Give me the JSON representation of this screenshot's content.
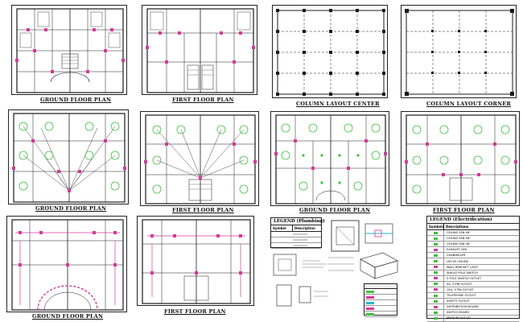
{
  "panels": [
    {
      "id": "p1",
      "title": "GROUND FLOOR PLAN",
      "kind": "floor"
    },
    {
      "id": "p2",
      "title": "FIRST FLOOR PLAN",
      "kind": "floor"
    },
    {
      "id": "p3",
      "title": "COLUMN LAYOUT CENTER",
      "kind": "column"
    },
    {
      "id": "p4",
      "title": "COLUMN LAYOUT CORNER",
      "kind": "column"
    },
    {
      "id": "p5",
      "title": "GROUND FLOOR PLAN",
      "kind": "electrical-fan"
    },
    {
      "id": "p6",
      "title": "FIRST FLOOR PLAN",
      "kind": "electrical-fan"
    },
    {
      "id": "p7",
      "title": "GROUND FLOOR PLAN",
      "kind": "electrical"
    },
    {
      "id": "p8",
      "title": "FIRST FLOOR PLAN",
      "kind": "electrical"
    },
    {
      "id": "p9",
      "title": "GROUND FLOOR PLAN",
      "kind": "plumbing"
    },
    {
      "id": "p10",
      "title": "FIRST FLOOR PLAN",
      "kind": "plumbing"
    }
  ],
  "legend_plumbing": {
    "title": "LEGEND (Plumbing)",
    "headers": [
      "Symbol",
      "Description"
    ],
    "rows": [
      "",
      "",
      "",
      ""
    ]
  },
  "legend_electrical": {
    "title": "LEGEND (Electrification)",
    "headers": [
      "Symbols",
      "Descriptions"
    ],
    "rows": [
      {
        "label": "CEILING FAN 48\"",
        "color": "#3fbf3f"
      },
      {
        "label": "CEILING FAN 48\"",
        "color": "#3fbf3f"
      },
      {
        "label": "CEILING FAN 36\"",
        "color": "#3fbf3f"
      },
      {
        "label": "EXHAUST FAN",
        "color": "#d6389a"
      },
      {
        "label": "CHANDELIER",
        "color": "#3fbf3f"
      },
      {
        "label": "LED IN CEILING",
        "color": "#3fbf3f"
      },
      {
        "label": "WALL BRACKET LIGHT",
        "color": "#d6389a"
      },
      {
        "label": "SINGLE POLE SWITCH",
        "color": "#3fbf3f"
      },
      {
        "label": "5 POLE SWITCH OUTLET",
        "color": "#d6389a"
      },
      {
        "label": "5A, 3 PIN OUTLET",
        "color": "#3fbf3f"
      },
      {
        "label": "15A, 3 PIN OUTLET",
        "color": "#d6389a"
      },
      {
        "label": "TELEPHONE OUTLET",
        "color": "#3fbf3f"
      },
      {
        "label": "SAFETY OUTLET",
        "color": "#3fbf3f"
      },
      {
        "label": "DISTRIBUTION BOARD",
        "color": "#d6389a"
      },
      {
        "label": "SWITCH BOARD",
        "color": "#3fbf3f"
      },
      {
        "label": "MEDIUM OUTLET",
        "color": "#3fbf3f"
      }
    ]
  },
  "colors": {
    "line": "#1a1a1a",
    "green": "#3fbf3f",
    "magenta": "#d6389a",
    "cyan": "#2bb5c9"
  }
}
